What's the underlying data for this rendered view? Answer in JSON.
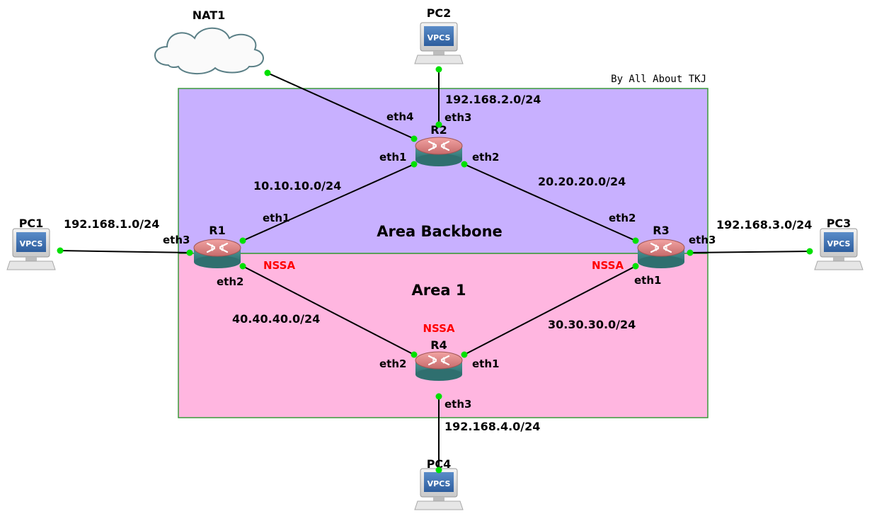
{
  "credit": "By All About TKJ",
  "areas": {
    "backbone": {
      "label": "Area Backbone",
      "color": "#c8b0ff"
    },
    "area1": {
      "label": "Area 1",
      "color": "#ffb6e0"
    }
  },
  "nodes": {
    "nat1": {
      "label": "NAT1"
    },
    "pc1": {
      "label": "PC1",
      "icon_text": "VPCS"
    },
    "pc2": {
      "label": "PC2",
      "icon_text": "VPCS"
    },
    "pc3": {
      "label": "PC3",
      "icon_text": "VPCS"
    },
    "pc4": {
      "label": "PC4",
      "icon_text": "VPCS"
    },
    "r1": {
      "label": "R1"
    },
    "r2": {
      "label": "R2"
    },
    "r3": {
      "label": "R3"
    },
    "r4": {
      "label": "R4"
    }
  },
  "networks": {
    "r1_r2": "10.10.10.0/24",
    "r2_r3": "20.20.20.0/24",
    "r3_r4": "30.30.30.0/24",
    "r1_r4": "40.40.40.0/24",
    "pc1_r1": "192.168.1.0/24",
    "pc2_r2": "192.168.2.0/24",
    "pc3_r3": "192.168.3.0/24",
    "pc4_r4": "192.168.4.0/24"
  },
  "interfaces": {
    "r1_eth1": "eth1",
    "r1_eth2": "eth2",
    "r1_eth3": "eth3",
    "r2_eth1": "eth1",
    "r2_eth2": "eth2",
    "r2_eth3": "eth3",
    "r2_eth4": "eth4",
    "r3_eth1": "eth1",
    "r3_eth2": "eth2",
    "r3_eth3": "eth3",
    "r4_eth1": "eth1",
    "r4_eth2": "eth2",
    "r4_eth3": "eth3"
  },
  "nssa_tags": {
    "r1": "NSSA",
    "r3": "NSSA",
    "r4": "NSSA"
  }
}
